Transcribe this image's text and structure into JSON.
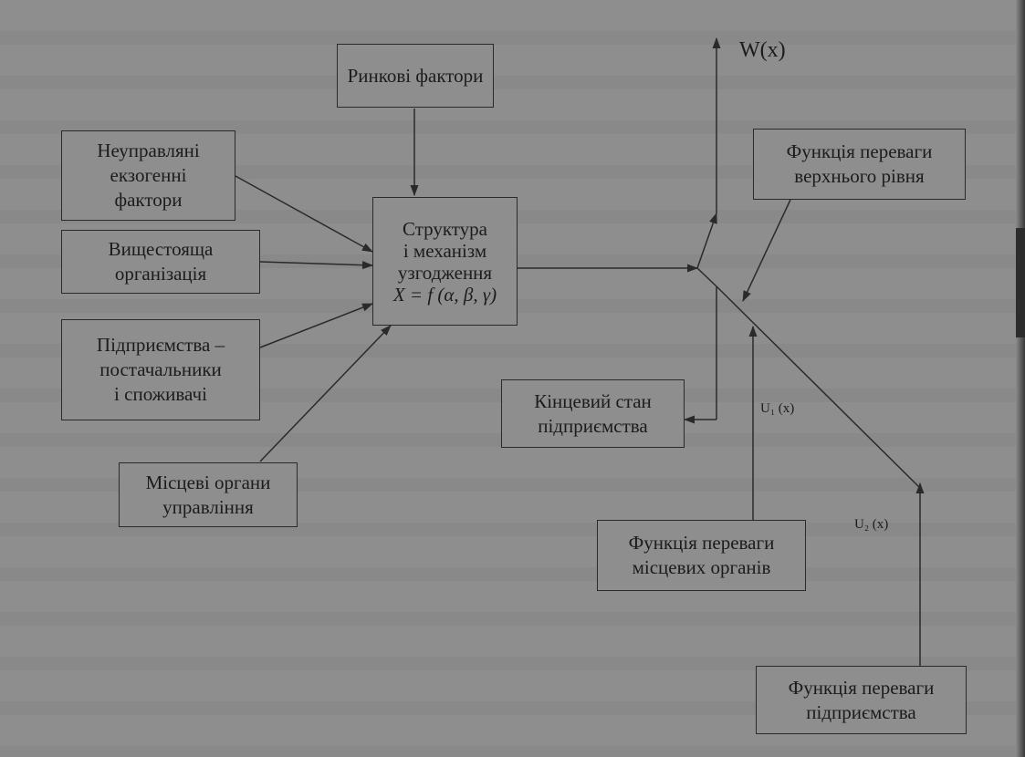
{
  "diagram": {
    "nodes": {
      "market_factors": "Ринкові фактори",
      "exogenous_factors": "Неуправляні\nекзогенні\nфактори",
      "higher_org": "Вищестояща\nорганізація",
      "suppliers": "Підприємства –\nпостачальники\nі споживачі",
      "local_authorities": "Місцеві органи\nуправління",
      "structure_line1": "Структура",
      "structure_line2": "і механізм",
      "structure_line3": "узгодження",
      "structure_formula": "X = f (α, β, γ)",
      "final_state": "Кінцевий стан\nпідприємства",
      "pref_upper": "Функція переваги\nверхнього рівня",
      "pref_local": "Функція  переваги\nмісцевих органів",
      "pref_enterprise": "Функція переваги\nпідприємства"
    },
    "labels": {
      "wx": "W(x)",
      "u1": "U₁ (x)",
      "u2": "U₂ (x)"
    },
    "colors": {
      "background": "#8e8e8e",
      "line": "#2a2a2a",
      "text": "#1c1c1c"
    }
  }
}
